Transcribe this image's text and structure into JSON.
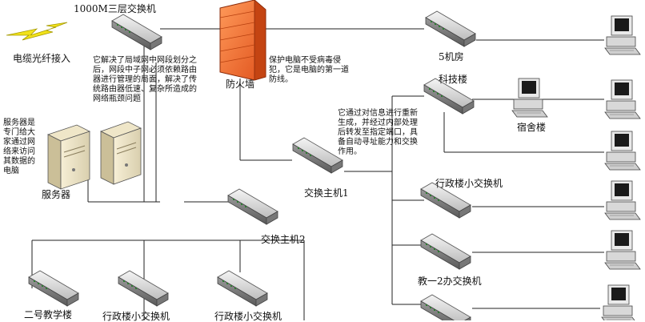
{
  "labels": {
    "core_switch": "1000M三层交换机",
    "fiber_in": "电缆光纤接入",
    "core_note": "它解决了局域网中网段划分之后，网段中子网必须依赖路由器进行管理的局面，解决了传统路由器低速、复杂所造成的网络瓶颈问题",
    "firewall": "防火墙",
    "firewall_note": "保护电脑不受病毒侵犯，它是电脑的第一道防线。",
    "server_note": "服务器是专门给大家通过网络来访问其数据的电脑",
    "servers": "服务器",
    "host1_note": "它通过对信息进行重新生成，并经过内部处理后转发至指定端口，具备自动寻址能力和交换作用。",
    "host1": "交换主机1",
    "host2": "交换主机2",
    "room5": "5机房",
    "tech": "科技楼",
    "dorm": "宿舍楼",
    "admin_small": "行政楼小交换机",
    "edu2": "教一2办交换机",
    "bld2": "二号教学楼",
    "admin_small_b1": "行政楼小交换机",
    "admin_small_b2": "行政楼小交换机"
  }
}
